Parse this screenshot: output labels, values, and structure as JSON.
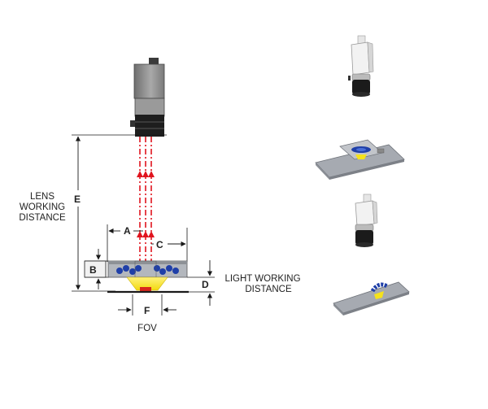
{
  "diagram": {
    "dimension_labels": {
      "a": "A",
      "b": "B",
      "c": "C",
      "d": "D",
      "e": "E",
      "f": "F"
    },
    "lens_working_distance": [
      "LENS",
      "WORKING",
      "DISTANCE"
    ],
    "light_working_distance": [
      "LIGHT WORKING",
      "DISTANCE"
    ],
    "fov": "FOV"
  },
  "colors": {
    "ray": "#e0141e",
    "dimension_line": "#1a1a1a",
    "camera_body": "#8c8c8c",
    "lens_barrel": "#1e1e1e",
    "light_ring": "#1f3fa8",
    "light_cone": "#f5e21c",
    "target": "#d8261c",
    "plate": "#9aa0a8"
  }
}
